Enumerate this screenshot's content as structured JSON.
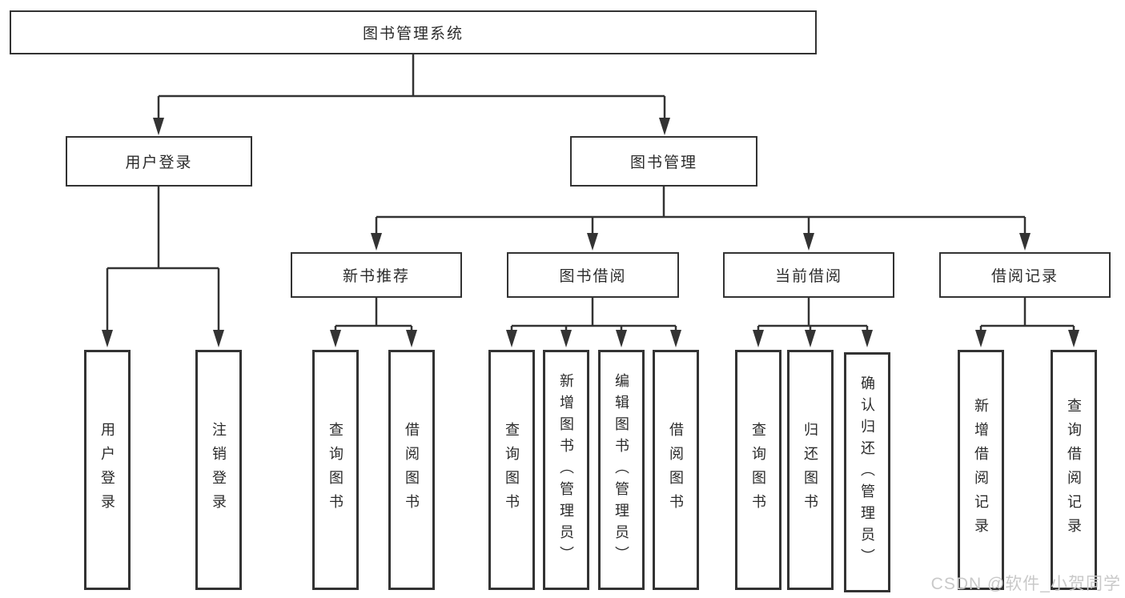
{
  "diagram": {
    "title": "图书管理系统",
    "nodes": {
      "root": "图书管理系统",
      "l2": [
        "用户登录",
        "图书管理"
      ],
      "l3": [
        "新书推荐",
        "图书借阅",
        "当前借阅",
        "借阅记录"
      ],
      "leaf": [
        "用户登录",
        "注销登录",
        "查询图书",
        "借阅图书",
        "查询图书",
        "新增图书（管理员）",
        "编辑图书（管理员）",
        "借阅图书",
        "查询图书",
        "归还图书",
        "确认归还（管理员）",
        "新增借阅记录",
        "查询借阅记录"
      ]
    },
    "structure": {
      "图书管理系统": [
        "用户登录",
        "图书管理"
      ],
      "用户登录": [
        "用户登录",
        "注销登录"
      ],
      "图书管理": [
        "新书推荐",
        "图书借阅",
        "当前借阅",
        "借阅记录"
      ],
      "新书推荐": [
        "查询图书",
        "借阅图书"
      ],
      "图书借阅": [
        "查询图书",
        "新增图书（管理员）",
        "编辑图书（管理员）",
        "借阅图书"
      ],
      "当前借阅": [
        "查询图书",
        "归还图书",
        "确认归还（管理员）"
      ],
      "借阅记录": [
        "新增借阅记录",
        "查询借阅记录"
      ]
    }
  },
  "watermark": {
    "text": "CSDN @软件_小贺同学"
  },
  "colors": {
    "background": "#ffffff",
    "line": "#333333",
    "box_border": "#333333",
    "text": "#2b2b2b",
    "watermark": "#c9c9c9"
  }
}
